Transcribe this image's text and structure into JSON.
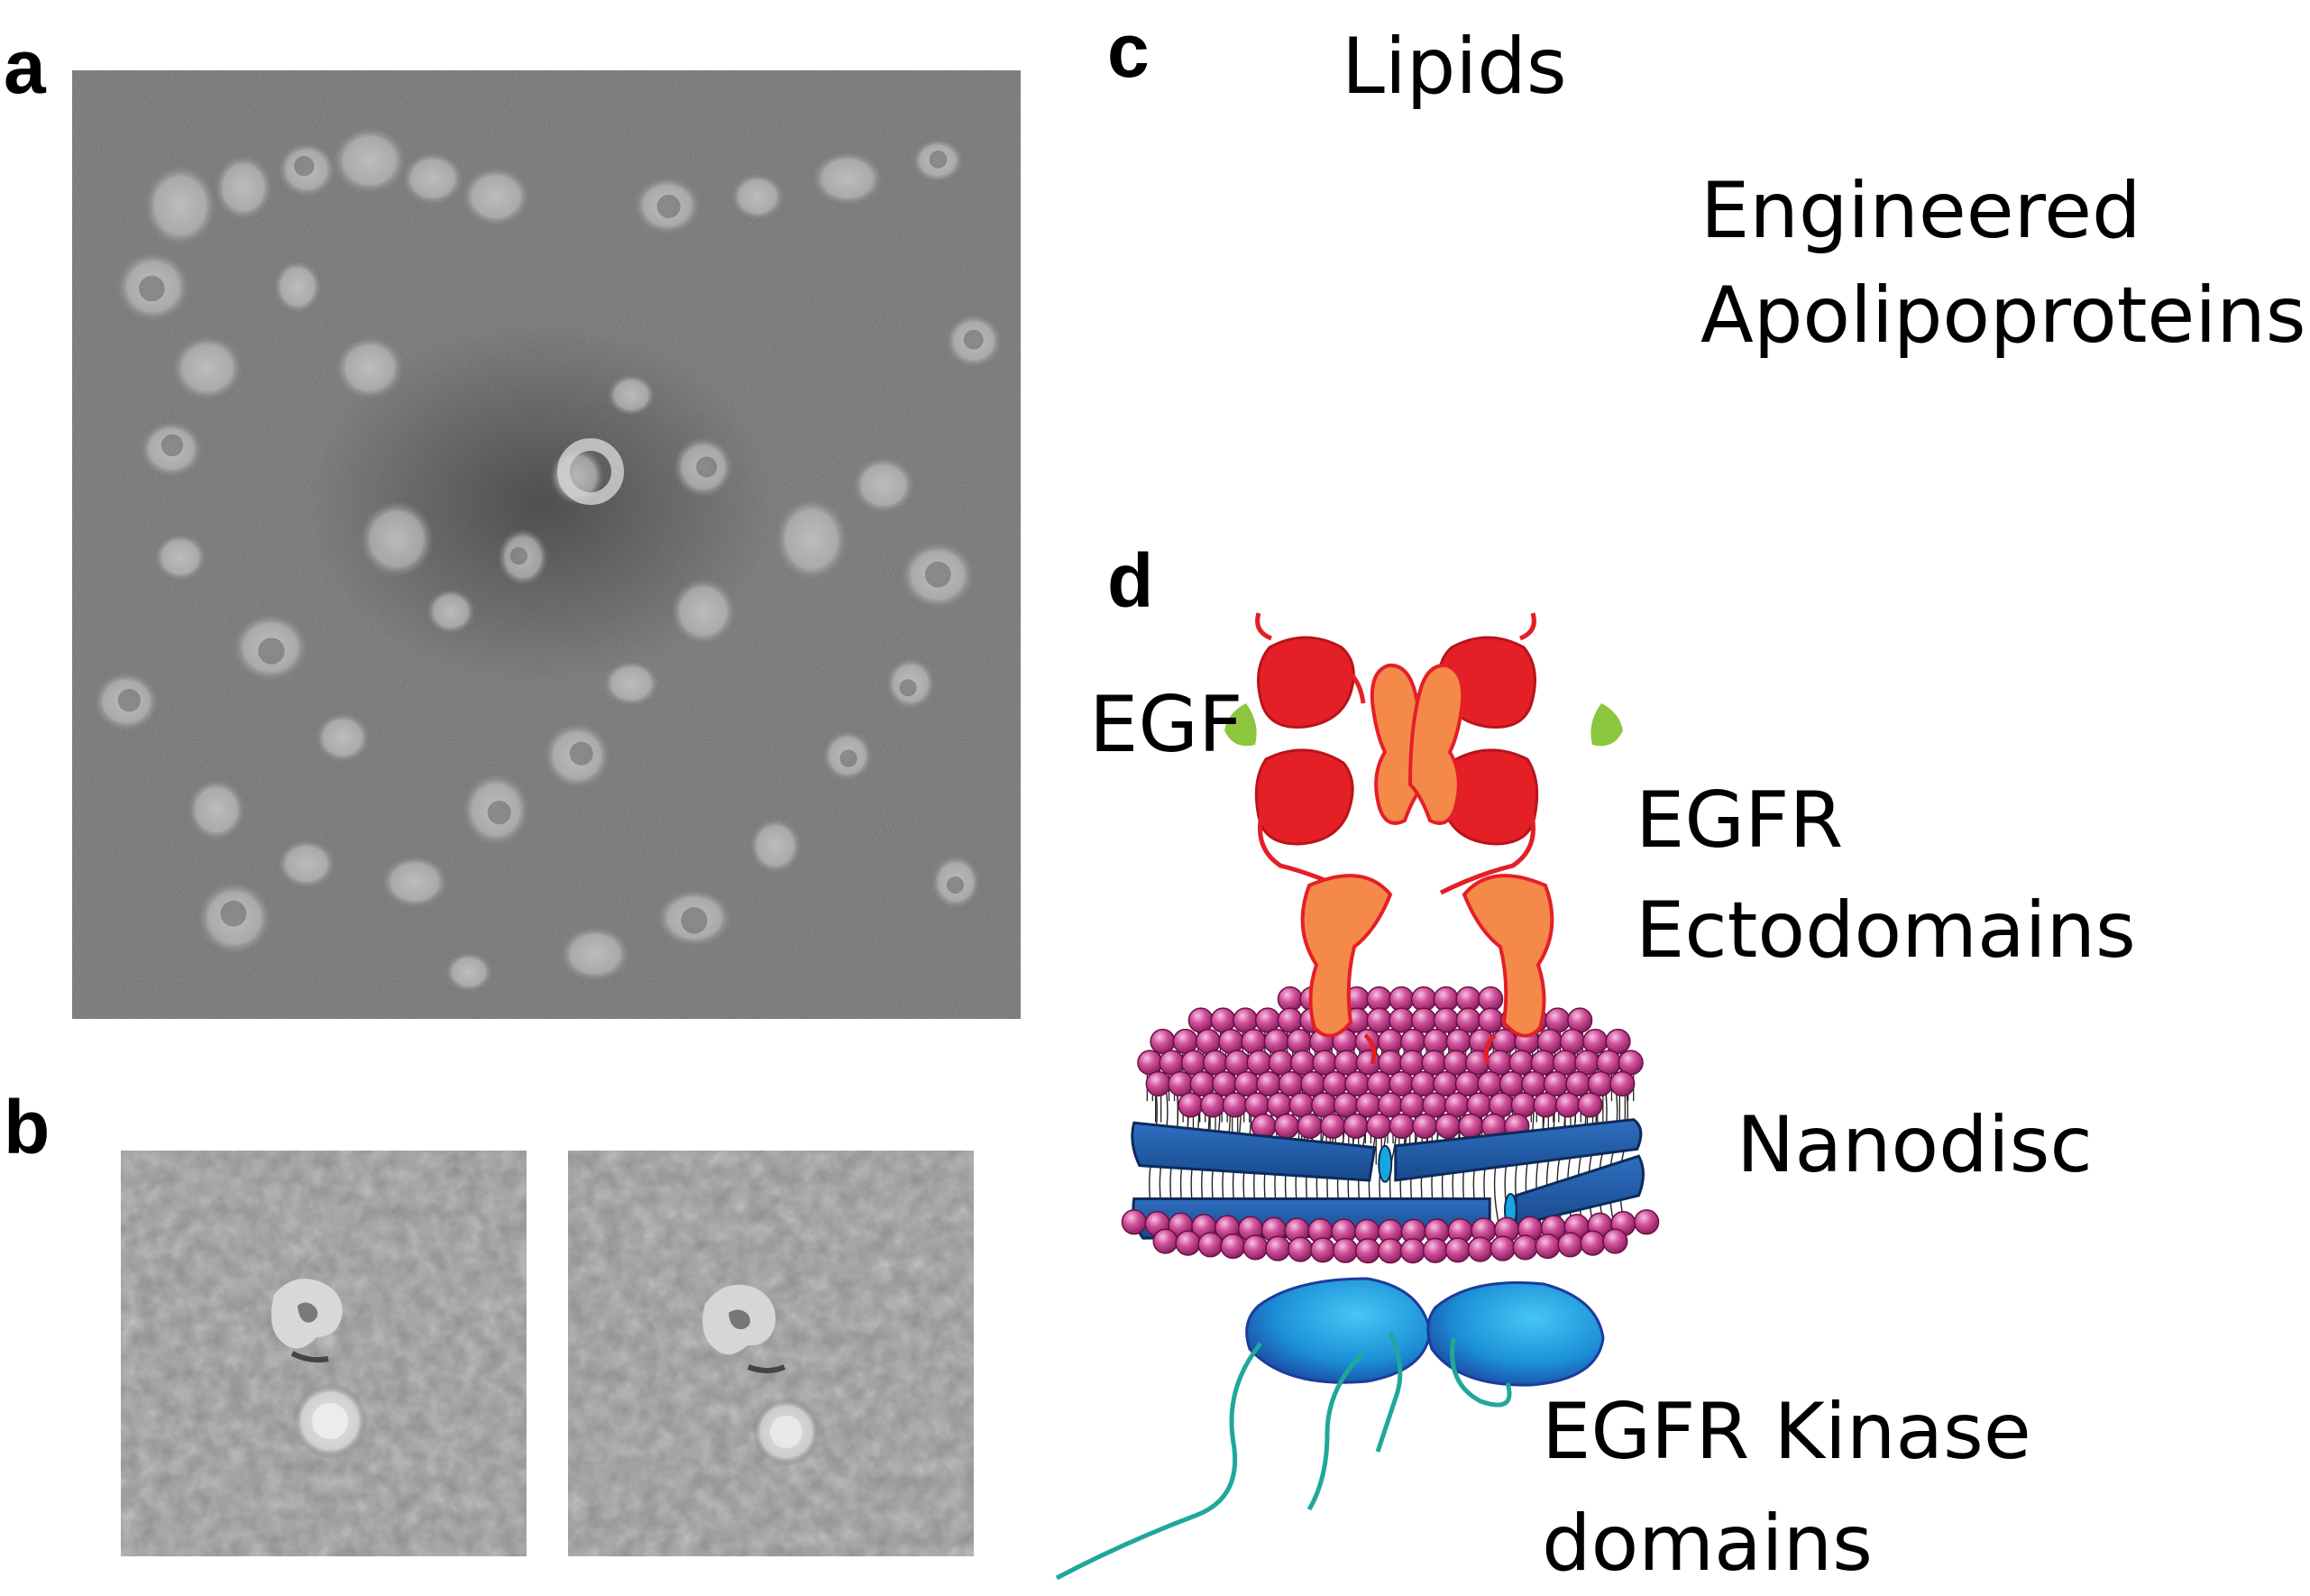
{
  "panels": {
    "a": {
      "letter": "a"
    },
    "b": {
      "letter": "b"
    },
    "c": {
      "letter": "c"
    },
    "d": {
      "letter": "d"
    }
  },
  "labels": {
    "lipids": "Lipids",
    "apolipo_line1": "Engineered",
    "apolipo_line2": "Apolipoproteins",
    "egf": "EGF",
    "ecto_line1": "EGFR",
    "ecto_line2": "Ectodomains",
    "nanodisc": "Nanodisc",
    "kinase_line1": "EGFR Kinase",
    "kinase_line2": "domains"
  },
  "colors": {
    "lipid_head": "#d0509a",
    "lipid_outline": "#6a1045",
    "belt": "#1f5aa8",
    "belt_outline": "#0d2a5a",
    "belt_end": "#18a6e0",
    "ecto_red": "#e41f26",
    "ecto_orange": "#f4894a",
    "egf_green": "#8cc63e",
    "kinase_blue": "#1b8fd6",
    "tail_teal": "#1fa89a"
  }
}
